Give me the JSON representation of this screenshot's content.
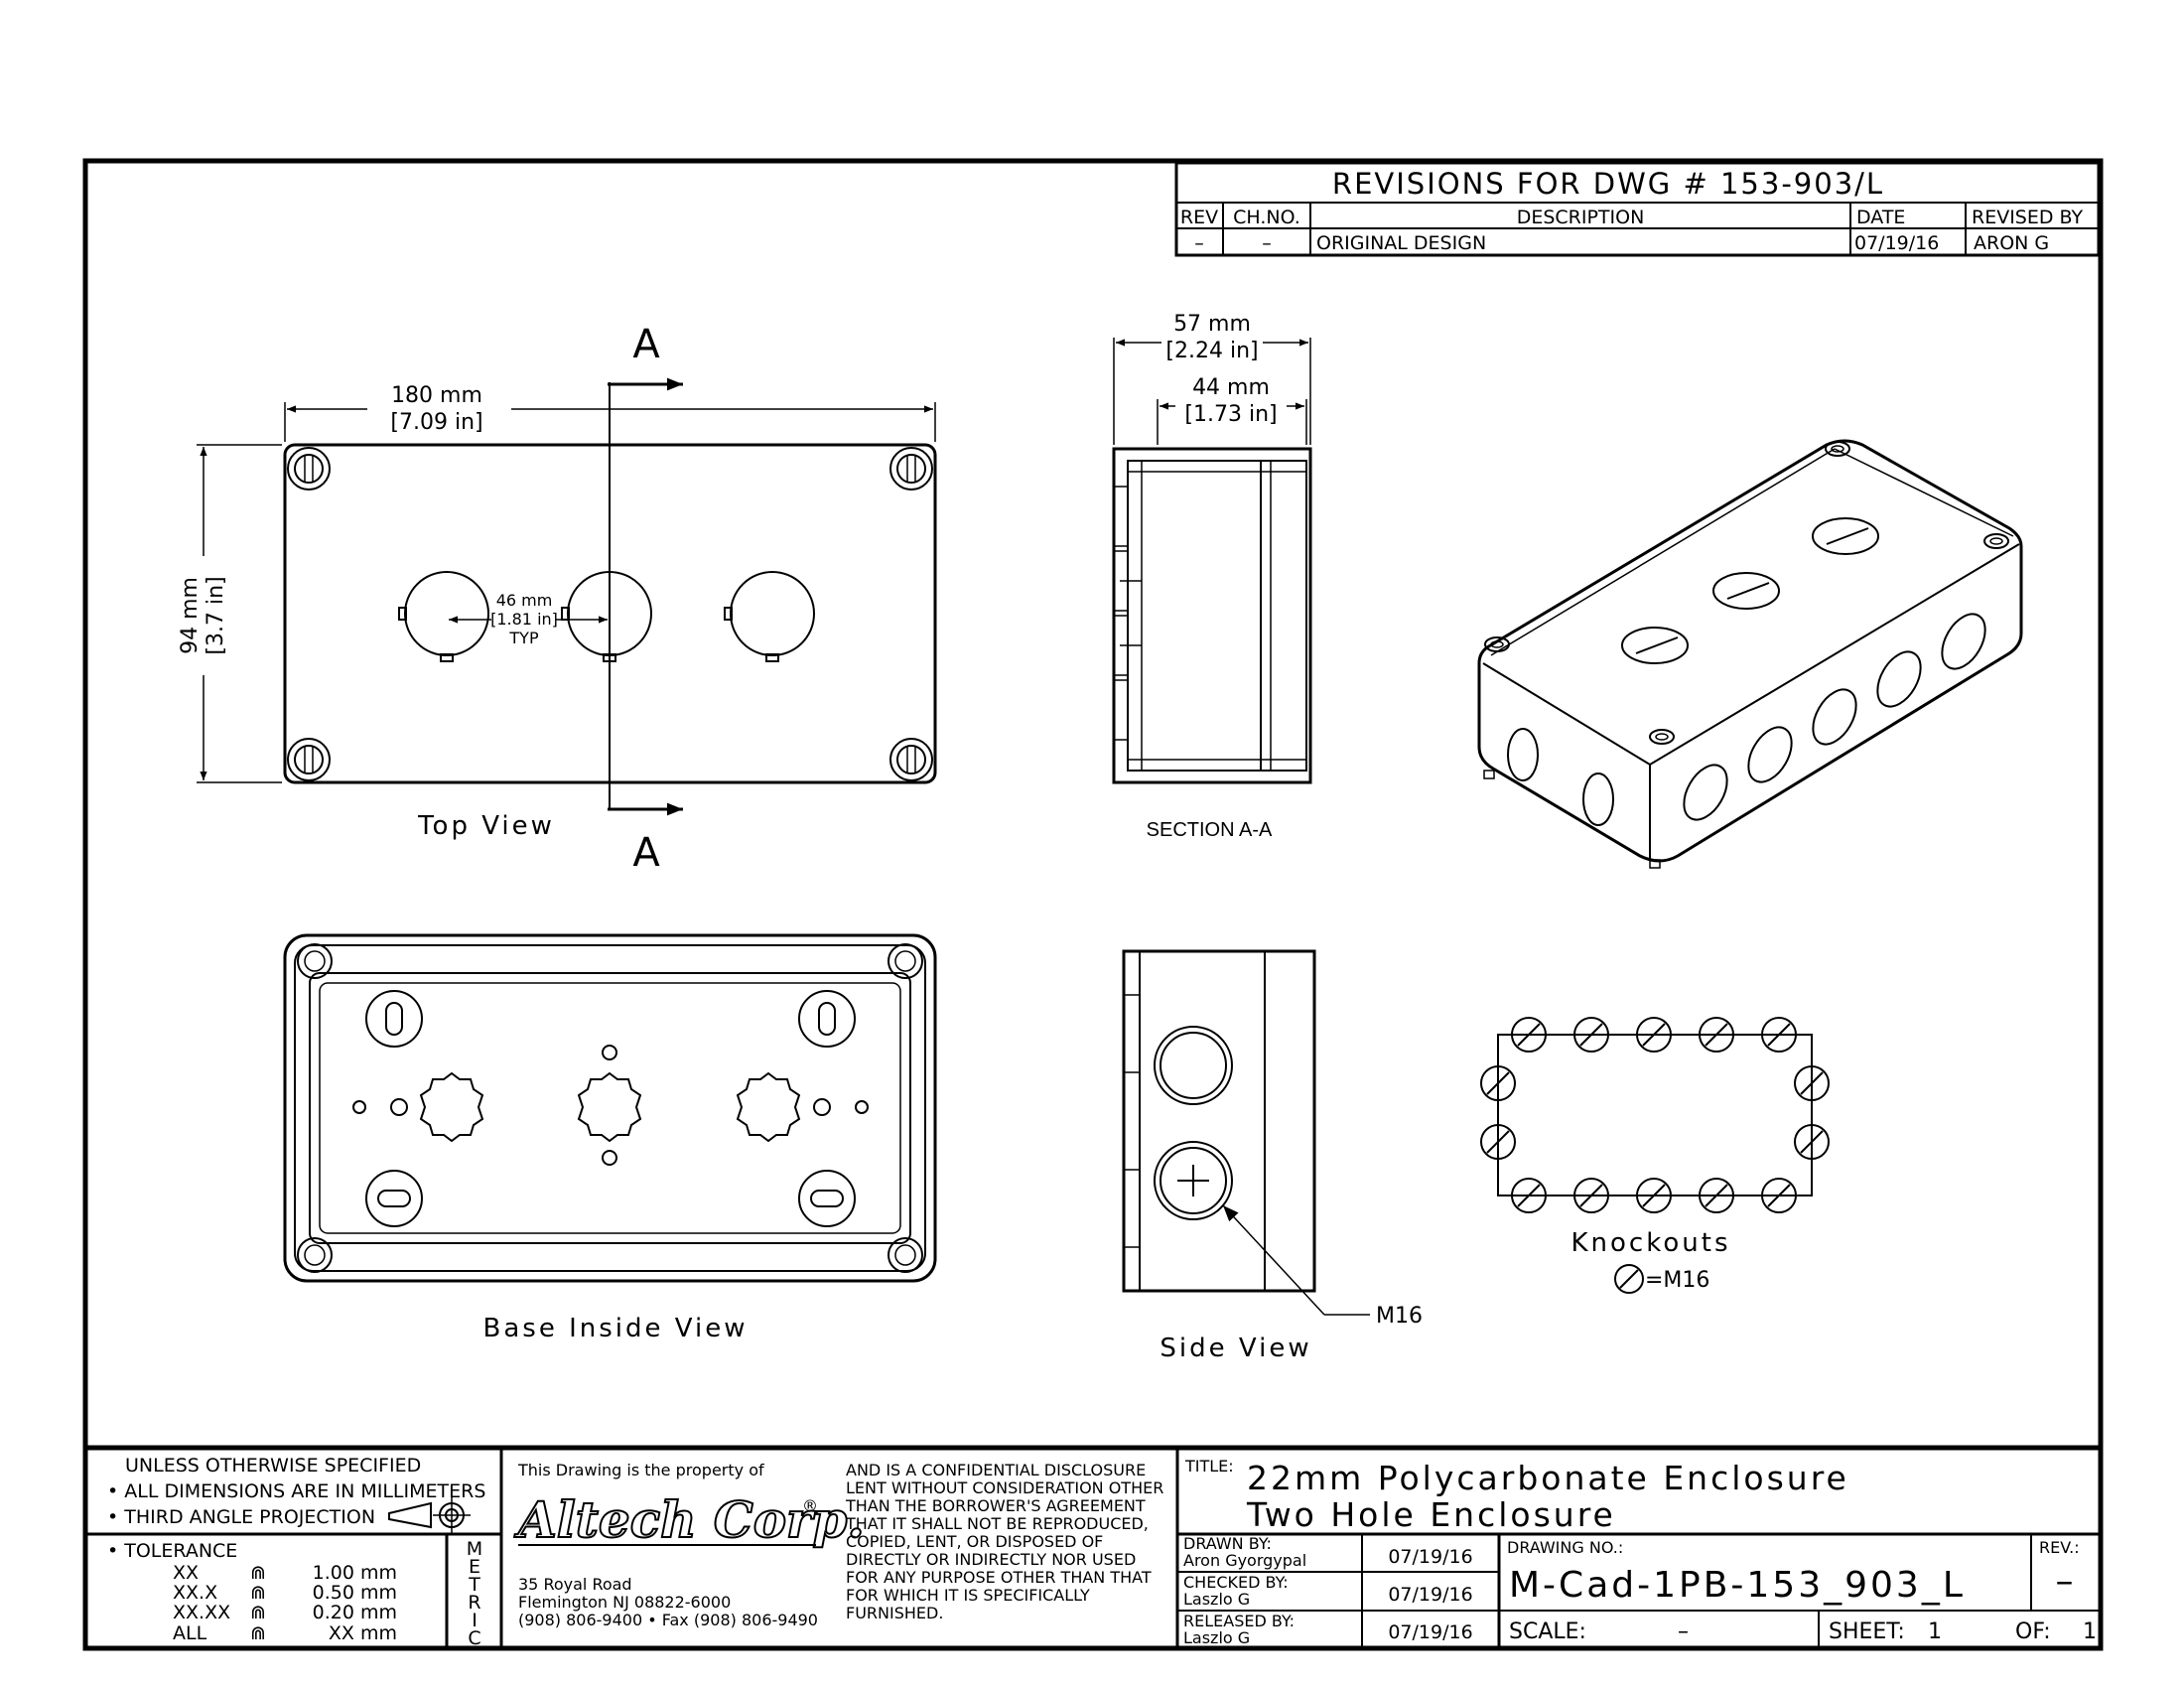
{
  "revisions": {
    "title": "REVISIONS FOR DWG # 153-903/L",
    "headers": [
      "REV",
      "CH.NO.",
      "DESCRIPTION",
      "DATE",
      "REVISED BY"
    ],
    "row": [
      "–",
      "–",
      "ORIGINAL DESIGN",
      "07/19/16",
      "ARON G"
    ]
  },
  "top_view": {
    "label": "Top View",
    "section_mark": "A",
    "width_mm": "180 mm",
    "width_in": "[7.09 in]",
    "height_mm": "94 mm",
    "height_in": "[3.7 in]",
    "pitch_mm": "46 mm",
    "pitch_in": "[1.81 in]",
    "pitch_note": "TYP"
  },
  "section": {
    "label": "SECTION A-A",
    "outer_mm": "57 mm",
    "outer_in": "[2.24 in]",
    "inner_mm": "44 mm",
    "inner_in": "[1.73 in]"
  },
  "base_view": {
    "label": "Base Inside View"
  },
  "side_view": {
    "label": "Side View",
    "callout": "M16"
  },
  "knockouts": {
    "label": "Knockouts",
    "legend": "=M16"
  },
  "notes": {
    "line1": "UNLESS OTHERWISE SPECIFIED",
    "line2": "• ALL DIMENSIONS ARE IN MILLIMETERS",
    "line3": "• THIRD ANGLE PROJECTION",
    "tolerance": "• TOLERANCE",
    "tol_rows": [
      {
        "k": "XX",
        "s": "⋒",
        "v": "1.00 mm"
      },
      {
        "k": "XX.X",
        "s": "⋒",
        "v": "0.50 mm"
      },
      {
        "k": "XX.XX",
        "s": "⋒",
        "v": "0.20 mm"
      },
      {
        "k": "ALL",
        "s": "⋒",
        "v": "XX mm"
      }
    ],
    "metric": [
      "M",
      "E",
      "T",
      "R",
      "I",
      "C"
    ]
  },
  "company": {
    "property": "This Drawing is the property of",
    "logo": "Altech Corp.",
    "reg": "®",
    "address1": "35 Royal Road",
    "address2": "Flemington NJ 08822-6000",
    "phone": "(908) 806-9400 • Fax (908) 806-9490",
    "disclosure": [
      "AND IS A CONFIDENTIAL DISCLOSURE",
      "LENT WITHOUT CONSIDERATION OTHER",
      "THAN THE BORROWER'S AGREEMENT",
      "THAT IT SHALL NOT BE REPRODUCED,",
      "COPIED, LENT, OR DISPOSED OF",
      "DIRECTLY OR INDIRECTLY NOR USED",
      "FOR ANY PURPOSE OTHER THAN THAT",
      "FOR WHICH IT IS SPECIFICALLY",
      "FURNISHED."
    ]
  },
  "title_block": {
    "title_label": "TITLE:",
    "title1": "22mm Polycarbonate Enclosure",
    "title2": "Two Hole Enclosure",
    "drawn_label": "DRAWN BY:",
    "drawn_name": "Aron Gyorgypal",
    "drawn_date": "07/19/16",
    "checked_label": "CHECKED BY:",
    "checked_name": "Laszlo G",
    "checked_date": "07/19/16",
    "released_label": "RELEASED BY:",
    "released_name": "Laszlo G",
    "released_date": "07/19/16",
    "drawing_no_label": "DRAWING NO.:",
    "drawing_no": "M-Cad-1PB-153_903_L",
    "rev_label": "REV.:",
    "rev": "–",
    "scale_label": "SCALE:",
    "scale": "–",
    "sheet_label": "SHEET:",
    "sheet": "1",
    "of_label": "OF:",
    "of": "1"
  }
}
